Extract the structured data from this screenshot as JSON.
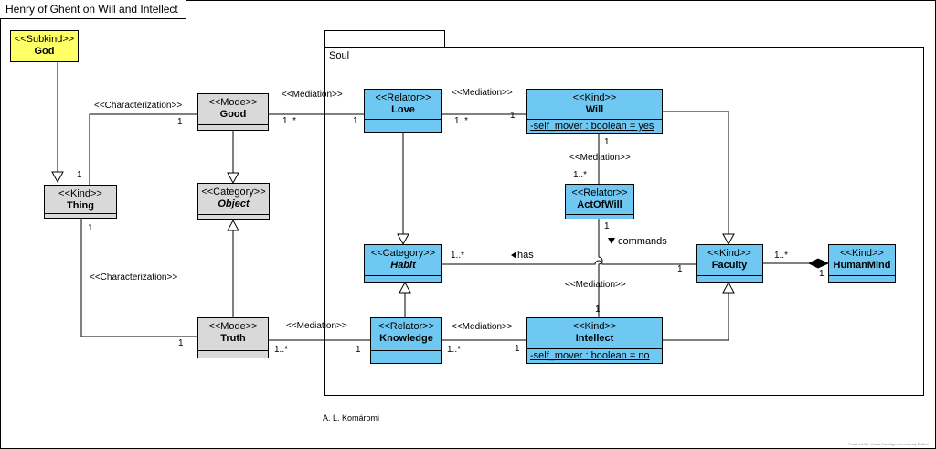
{
  "diagram_title": "Henry of Ghent on Will and Intellect",
  "package": {
    "name": "Soul"
  },
  "classes": {
    "god": {
      "stereotype": "<<Subkind>>",
      "name": "God"
    },
    "thing": {
      "stereotype": "<<Kind>>",
      "name": "Thing"
    },
    "good": {
      "stereotype": "<<Mode>>",
      "name": "Good"
    },
    "object": {
      "stereotype": "<<Category>>",
      "name": "Object"
    },
    "truth": {
      "stereotype": "<<Mode>>",
      "name": "Truth"
    },
    "love": {
      "stereotype": "<<Relator>>",
      "name": "Love"
    },
    "will": {
      "stereotype": "<<Kind>>",
      "name": "Will",
      "attribute": "-self_mover : boolean = yes"
    },
    "act_of_will": {
      "stereotype": "<<Relator>>",
      "name": "ActOfWill"
    },
    "habit": {
      "stereotype": "<<Category>>",
      "name": "Habit"
    },
    "faculty": {
      "stereotype": "<<Kind>>",
      "name": "Faculty"
    },
    "human_mind": {
      "stereotype": "<<Kind>>",
      "name": "HumanMind"
    },
    "knowledge": {
      "stereotype": "<<Relator>>",
      "name": "Knowledge"
    },
    "intellect": {
      "stereotype": "<<Kind>>",
      "name": "Intellect",
      "attribute": "-self_mover : boolean = no"
    }
  },
  "associations": {
    "characterization_good_thing": "<<Characterization>>",
    "characterization_truth_thing": "<<Characterization>>",
    "mediation_good_love": "<<Mediation>>",
    "mediation_love_will": "<<Mediation>>",
    "mediation_will_actofwill": "<<Mediation>>",
    "mediation_actofwill_intellect": "<<Mediation>>",
    "mediation_truth_knowledge": "<<Mediation>>",
    "mediation_knowledge_intellect": "<<Mediation>>",
    "has": "has",
    "commands": "commands"
  },
  "multiplicities": {
    "one": "1",
    "many": "1..*"
  },
  "author": "A. L. Komáromi",
  "footer_note": "Powered By: Visual Paradigm Community Edition"
}
